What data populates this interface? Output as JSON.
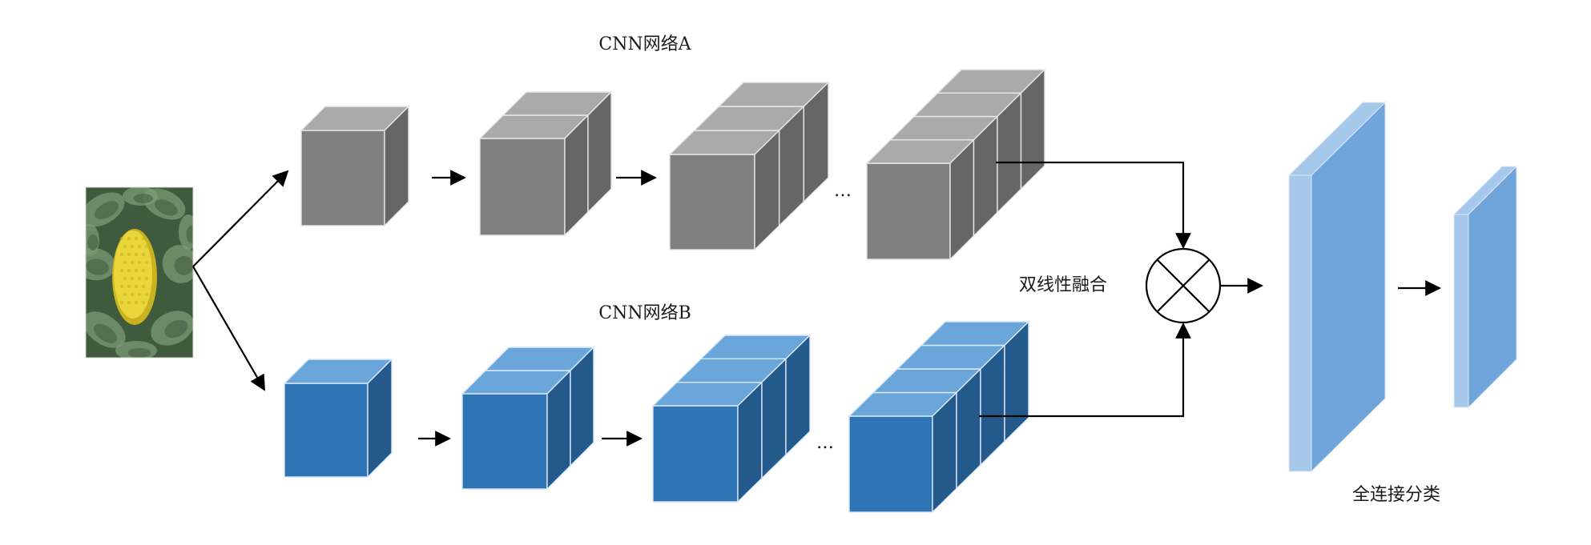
{
  "network_a": {
    "title": "CNN网络A",
    "ellipsis": "…",
    "colors": {
      "front": "#808080",
      "top": "#aaaaaa",
      "side": "#666666",
      "edge": "#e6e6e6"
    }
  },
  "network_b": {
    "title": "CNN网络B",
    "ellipsis": "…",
    "colors": {
      "front": "#2f74b5",
      "top": "#6aa6d9",
      "side": "#245a8b",
      "edge": "#d7e8f7"
    }
  },
  "fusion": {
    "label": "双线性融合",
    "operator_icon": "circle-times-icon"
  },
  "classifier": {
    "label": "全连接分类",
    "colors": {
      "face": "#70a5db",
      "light": "#a6c8ea"
    }
  },
  "input": {
    "icon": "flower-photo-icon",
    "colors": {
      "leaf": "#3f5a3c",
      "leaf_light": "#7d9b74",
      "flower": "#e9d63a",
      "flower_dark": "#c9b21f"
    }
  }
}
